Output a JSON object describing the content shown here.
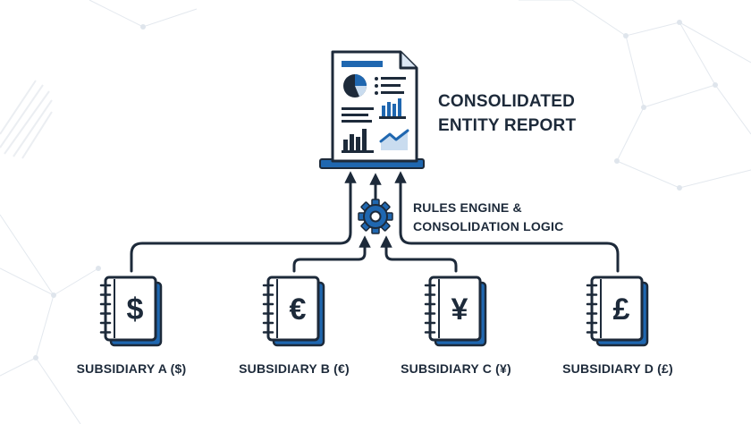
{
  "report": {
    "title_line1": "CONSOLIDATED",
    "title_line2": "ENTITY REPORT",
    "icon": "report-document-icon"
  },
  "engine": {
    "label_line1": "RULES ENGINE &",
    "label_line2": "CONSOLIDATION LOGIC",
    "icon": "gear-icon"
  },
  "subsidiaries": [
    {
      "label": "SUBSIDIARY A ($)",
      "symbol": "$"
    },
    {
      "label": "SUBSIDIARY B (€)",
      "symbol": "€"
    },
    {
      "label": "SUBSIDIARY C (¥)",
      "symbol": "¥"
    },
    {
      "label": "SUBSIDIARY D (£)",
      "symbol": "£"
    }
  ],
  "colors": {
    "navy": "#1d2a3a",
    "accent_blue": "#1f67b0",
    "light_blue": "#c9dcef",
    "background_network": "#e3e8ee"
  }
}
